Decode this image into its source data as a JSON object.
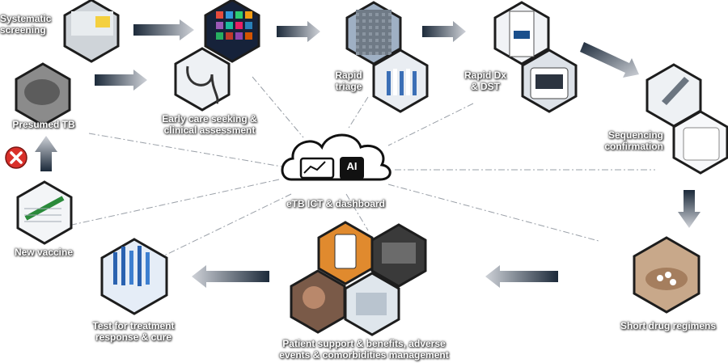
{
  "steps": {
    "systematic_screening": "Systematic\nscreening",
    "early_care": "Early care seeking &\nclinical assessment",
    "rapid_triage": "Rapid\ntriage",
    "rapid_dx": "Rapid Dx\n& DST",
    "sequencing": "Sequencing\nconfirmation",
    "presumed_tb": "Presumed TB",
    "new_vaccine": "New vaccine",
    "central_hub": "eTB ICT & dashboard",
    "test_response": "Test for treatment\nresponse & cure",
    "patient_support": "Patient support & benefits, adverse\nevents & comorbidities management",
    "short_regimens": "Short drug regimens"
  },
  "hub_badge": "AI",
  "colors": {
    "arrow_dark": "#1c2a3a",
    "arrow_light": "#c9ccd2",
    "hex_border": "#1d1d1d",
    "dash": "#9aa0a8",
    "blocked": "#d9302a"
  }
}
